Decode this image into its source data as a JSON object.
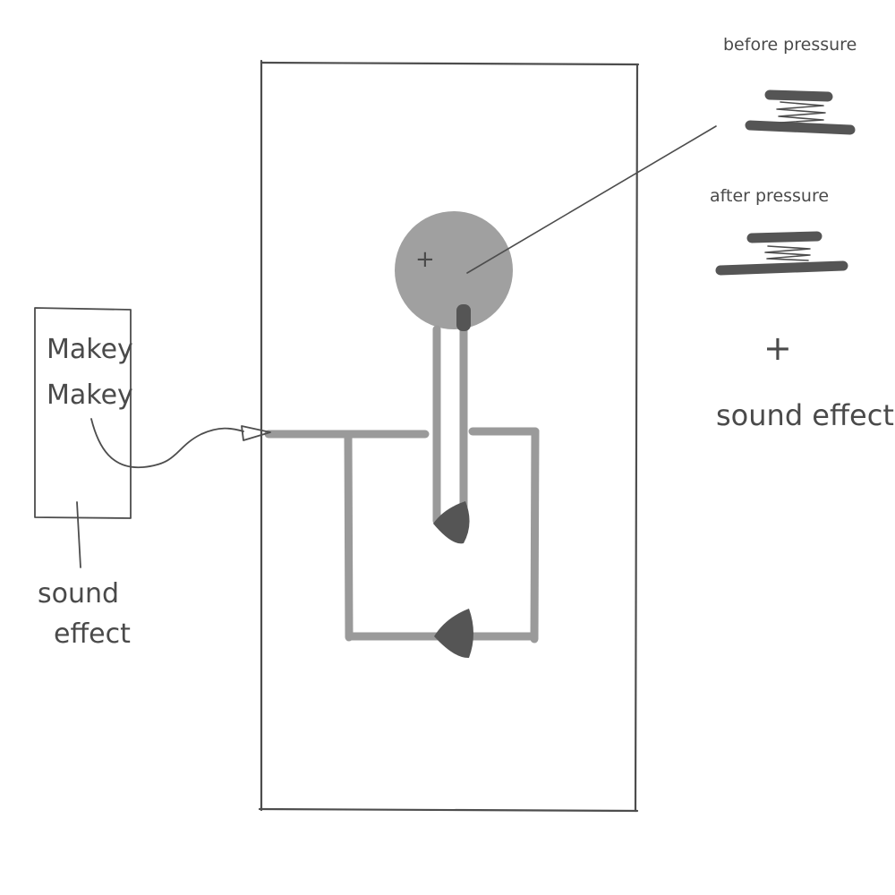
{
  "makey": {
    "line1": "Makey",
    "line2": "Makey",
    "sound_line1": "sound",
    "sound_line2": "effect"
  },
  "before": {
    "label": "before pressure"
  },
  "after": {
    "label": "after pressure"
  },
  "plus_sign": "+",
  "sound_effect_right": "sound effect",
  "pad_plus": "+",
  "colors": {
    "ink": "#4d4d4d",
    "wire": "#9a9a9a",
    "pad": "#a0a0a0",
    "dark_fill": "#5a5a5a"
  }
}
